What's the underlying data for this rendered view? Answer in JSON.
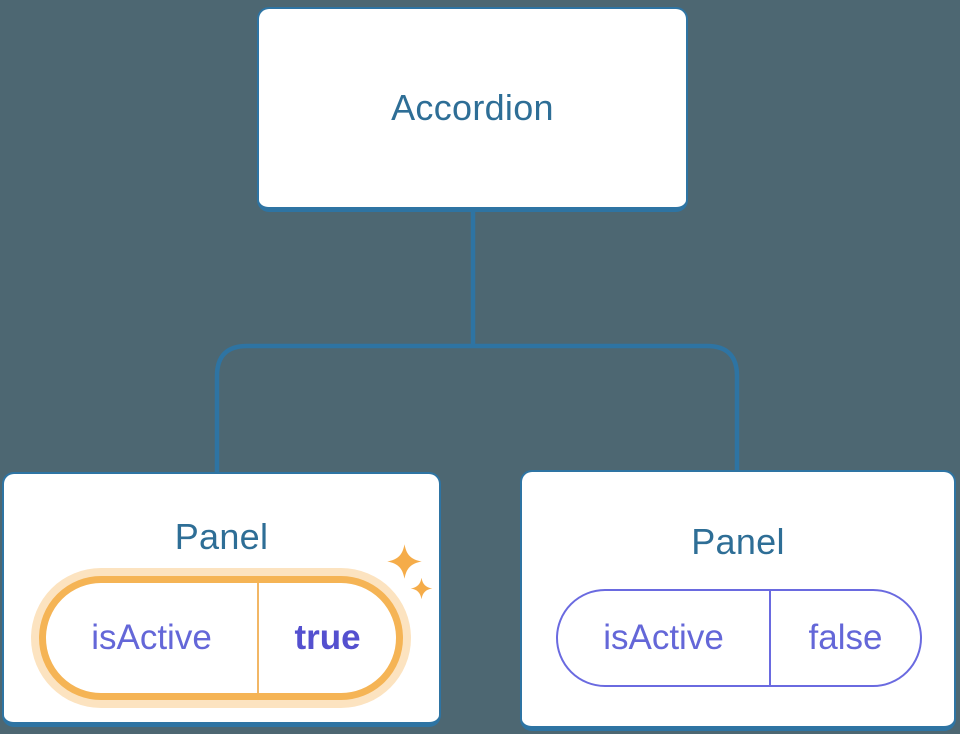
{
  "diagram": {
    "title_hint": "React component tree: Accordion owns isActive state passed to Panels",
    "root": {
      "label": "Accordion"
    },
    "panels": [
      {
        "label": "Panel",
        "prop_name": "isActive",
        "prop_value": "true",
        "highlighted": true,
        "icon": "sparkles-icon"
      },
      {
        "label": "Panel",
        "prop_name": "isActive",
        "prop_value": "false",
        "highlighted": false
      }
    ],
    "colors": {
      "background": "#4D6772",
      "connector_line": "#2E74A3",
      "node_border": "#2E74A3",
      "node_text": "#2E6E96",
      "prop_text": "#6467D8",
      "prop_value_active": "#5450CF",
      "highlight_ring": "#F5B455",
      "highlight_ring_divider": "#F2B766",
      "highlight_glow": "rgba(246,181,89,0.38)",
      "pill_border": "#6A6AE0",
      "sparkle": "#F5AC49"
    }
  }
}
